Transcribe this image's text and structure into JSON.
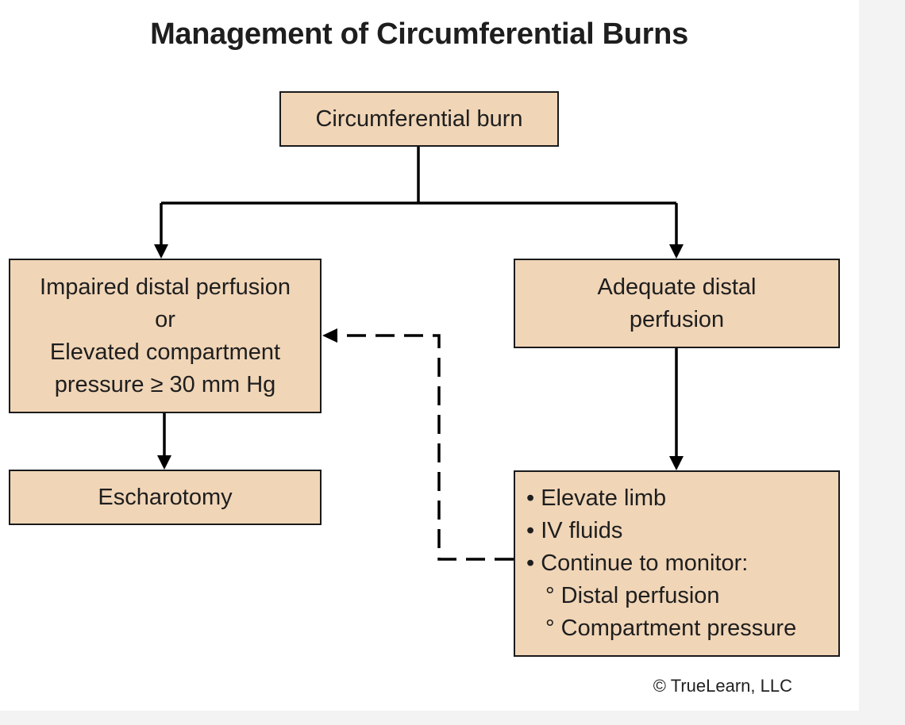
{
  "title": "Management of Circumferential Burns",
  "nodes": {
    "start": {
      "lines": [
        "Circumferential burn"
      ]
    },
    "impaired": {
      "lines": [
        "Impaired distal perfusion",
        "or",
        "Elevated compartment",
        "pressure ≥ 30 mm Hg"
      ]
    },
    "adequate": {
      "lines": [
        "Adequate distal",
        "perfusion"
      ]
    },
    "escharotomy": {
      "lines": [
        "Escharotomy"
      ]
    },
    "management": {
      "items": [
        "• Elevate limb",
        "• IV fluids",
        "• Continue to monitor:"
      ],
      "subitems": [
        "° Distal perfusion",
        "° Compartment pressure"
      ]
    }
  },
  "edges": [
    {
      "from": "start",
      "to": "impaired",
      "style": "solid"
    },
    {
      "from": "start",
      "to": "adequate",
      "style": "solid"
    },
    {
      "from": "impaired",
      "to": "escharotomy",
      "style": "solid"
    },
    {
      "from": "adequate",
      "to": "management",
      "style": "solid"
    },
    {
      "from": "management",
      "to": "impaired",
      "style": "dashed"
    }
  ],
  "colors": {
    "box_fill": "#f0d5b7",
    "box_border": "#1a1a1a",
    "arrow": "#000000"
  },
  "credit": "© TrueLearn, LLC"
}
